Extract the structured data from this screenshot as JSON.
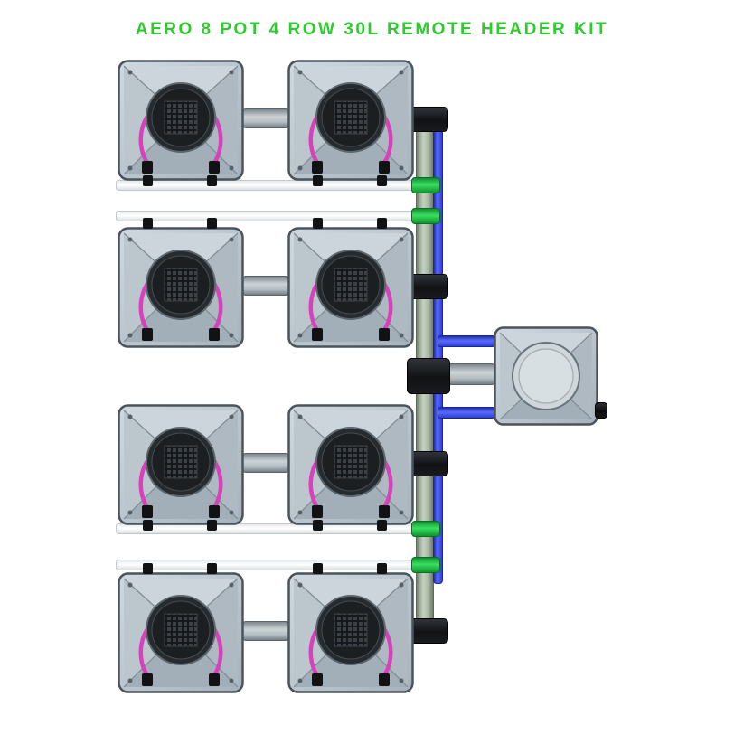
{
  "title": "AERO 8 POT 4 ROW 30L REMOTE HEADER KIT",
  "colors": {
    "title_green": "#2fca2f",
    "pipe_blue": "#2d3ed2",
    "coupler_green": "#3ade62",
    "tube_pink": "#d840bc",
    "pipe_white": "#ffffff",
    "manifold_green": "#a9b8a4",
    "fitting_black": "#101214"
  },
  "system": {
    "pot_count": 8,
    "row_count": 4,
    "pots_per_row": 2,
    "pot_volume": "30L",
    "header_type": "REMOTE HEADER"
  }
}
